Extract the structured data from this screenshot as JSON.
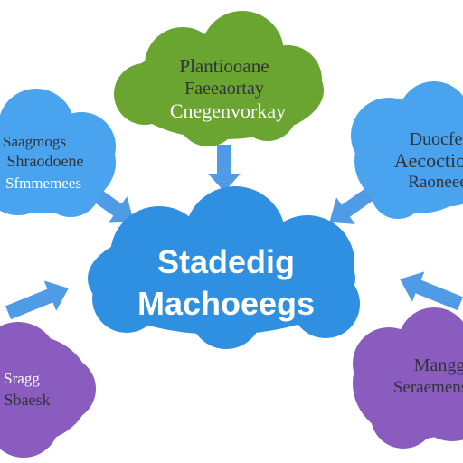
{
  "colors": {
    "center_cloud": "#2f8fe0",
    "green_cloud": "#6aa532",
    "blue_cloud": "#4aa3ee",
    "purple_cloud": "#8a5cbf",
    "arrow": "#4f9be6",
    "text_dark": "#2f3438",
    "text_light": "#ffffff"
  },
  "center": {
    "line1": "Stadedig",
    "line2": "Machoeegs"
  },
  "nodes": {
    "top": {
      "line1": "Plantiooane",
      "line2": "Faeeaortay",
      "line3": "Cnegenvorkay"
    },
    "left": {
      "line1": "Saagmogs",
      "line2": "Shraodoene",
      "line3": "Sfmmemees"
    },
    "right": {
      "line1": "Duocfe",
      "line2": "Aecoctionl",
      "line3": "Raoneee"
    },
    "bottom_left": {
      "line1": "Sragg",
      "line2": "Sbaesk"
    },
    "bottom_right": {
      "line1": "Mangg",
      "line2": "Seraemens"
    }
  }
}
